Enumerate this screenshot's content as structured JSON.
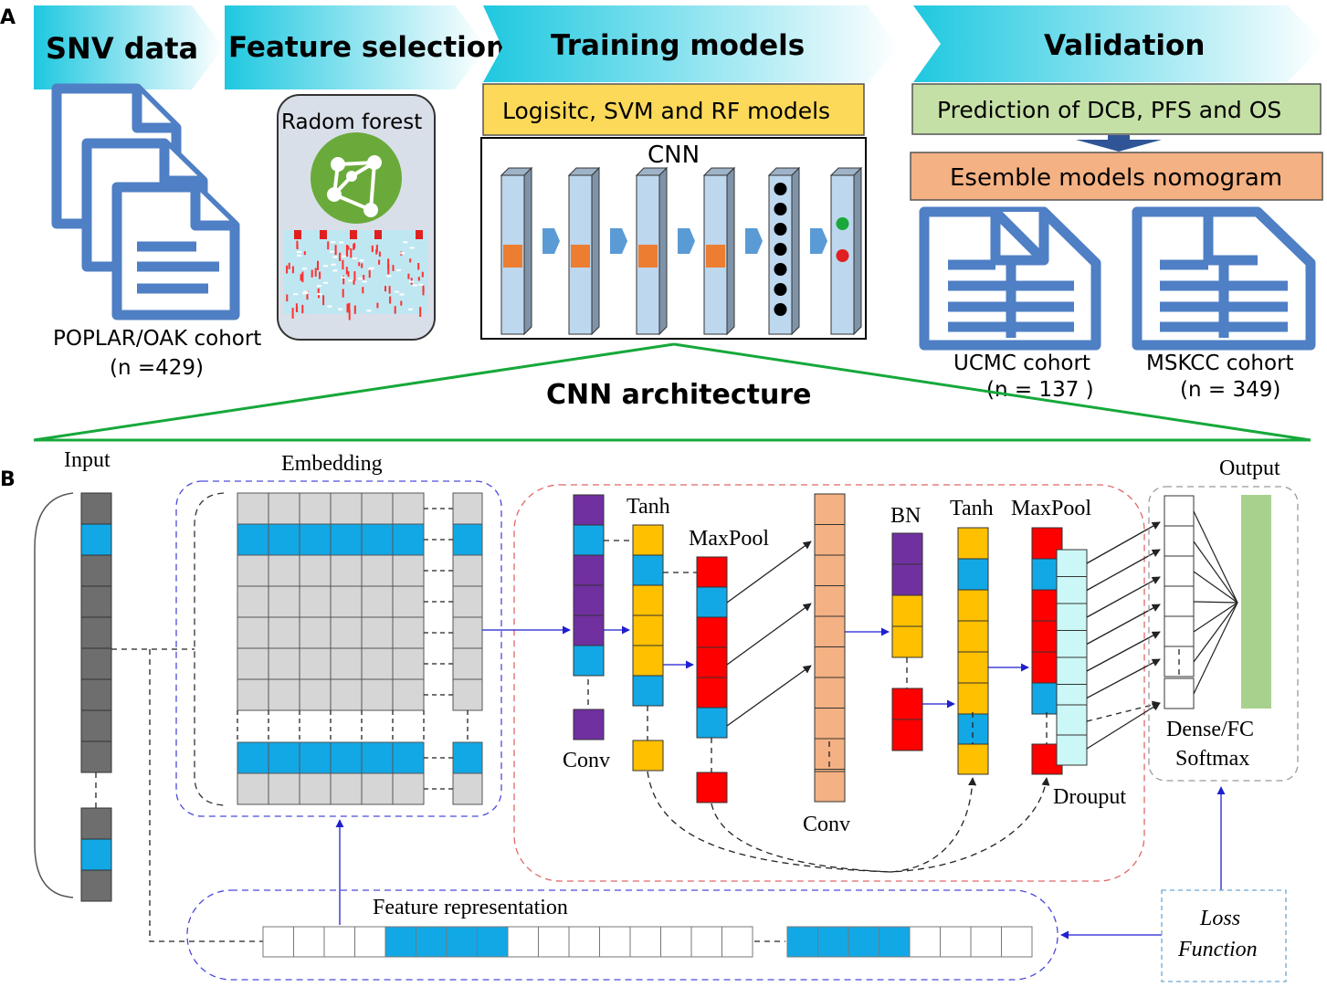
{
  "panel_a": {
    "label": "A",
    "steps": {
      "snv": "SNV data",
      "feature": "Feature selection",
      "training": "Training models",
      "validation": "Validation"
    },
    "random_forest": "Radom forest",
    "training_models_box": "Logisitc, SVM and RF models",
    "cnn": "CNN",
    "prediction_box": "Prediction of DCB, PFS and OS",
    "ensemble_box": "Esemble models nomogram",
    "cohorts": {
      "poplar": "POPLAR/OAK cohort",
      "poplar_n": "(n =429)",
      "ucmc": "UCMC cohort",
      "ucmc_n": "(n = 137 )",
      "mskcc": "MSKCC cohort",
      "mskcc_n": "(n = 349)"
    },
    "cnn_architecture": "CNN architecture"
  },
  "panel_b": {
    "label": "B",
    "input": "Input",
    "embedding": "Embedding",
    "tanh1": "Tanh",
    "maxpool1": "MaxPool",
    "conv1": "Conv",
    "conv2": "Conv",
    "bn": "BN",
    "tanh2": "Tanh",
    "maxpool2": "MaxPool",
    "dropout": "Drouput",
    "output": "Output",
    "dense": "Dense/FC",
    "softmax": "Softmax",
    "feature_representation": "Feature representation",
    "loss1": "Loss",
    "loss2": "Function"
  },
  "colors": {
    "arrow_cyan": "#1ec8e0",
    "blue_icon": "#4f7fc4",
    "yellow_box": "#fdd95a",
    "green_box": "#c5e0a6",
    "orange_box": "#f4b183",
    "cnn_green_line": "#16a83a",
    "cell_blue": "#12a8e6",
    "cell_gray": "#d6d6d6",
    "cell_dark": "#6e6e6e",
    "purple": "#7030a0",
    "yellow": "#ffc000",
    "red": "#ff0000",
    "salmon": "#f4b183",
    "light_cyan": "#ccf7f7",
    "output_green": "#a9d18e"
  }
}
